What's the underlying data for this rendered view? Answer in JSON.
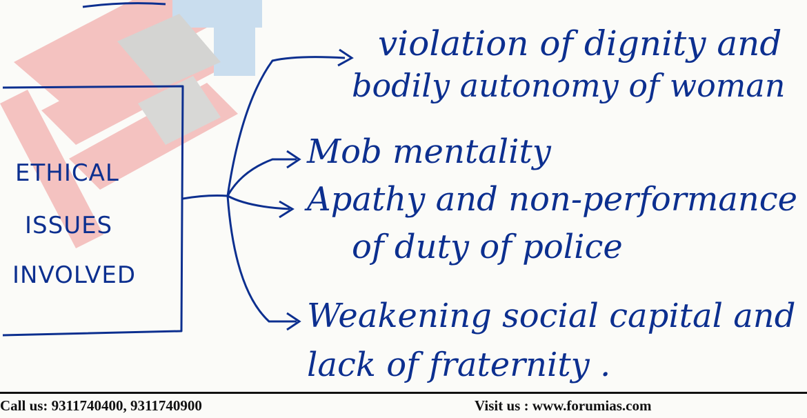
{
  "box_label": {
    "line1": "ETHICAL",
    "line2": "ISSUES",
    "line3": "INVOLVED"
  },
  "issues": [
    {
      "line1": "violation of dignity and",
      "line2": "bodily autonomy of woman"
    },
    {
      "line1": "Mob mentality"
    },
    {
      "line1": "Apathy and non-performance",
      "line2": "of duty of police"
    },
    {
      "line1": "Weakening social capital and",
      "line2": "lack of fraternity ."
    }
  ],
  "footer": {
    "call": "Call us: 9311740400, 9311740900",
    "visit": "Visit us : www.forumias.com"
  },
  "colors": {
    "ink": "#0c2f8f",
    "watermark_red": "#e85a5a",
    "watermark_blue": "#6fa6dd"
  }
}
